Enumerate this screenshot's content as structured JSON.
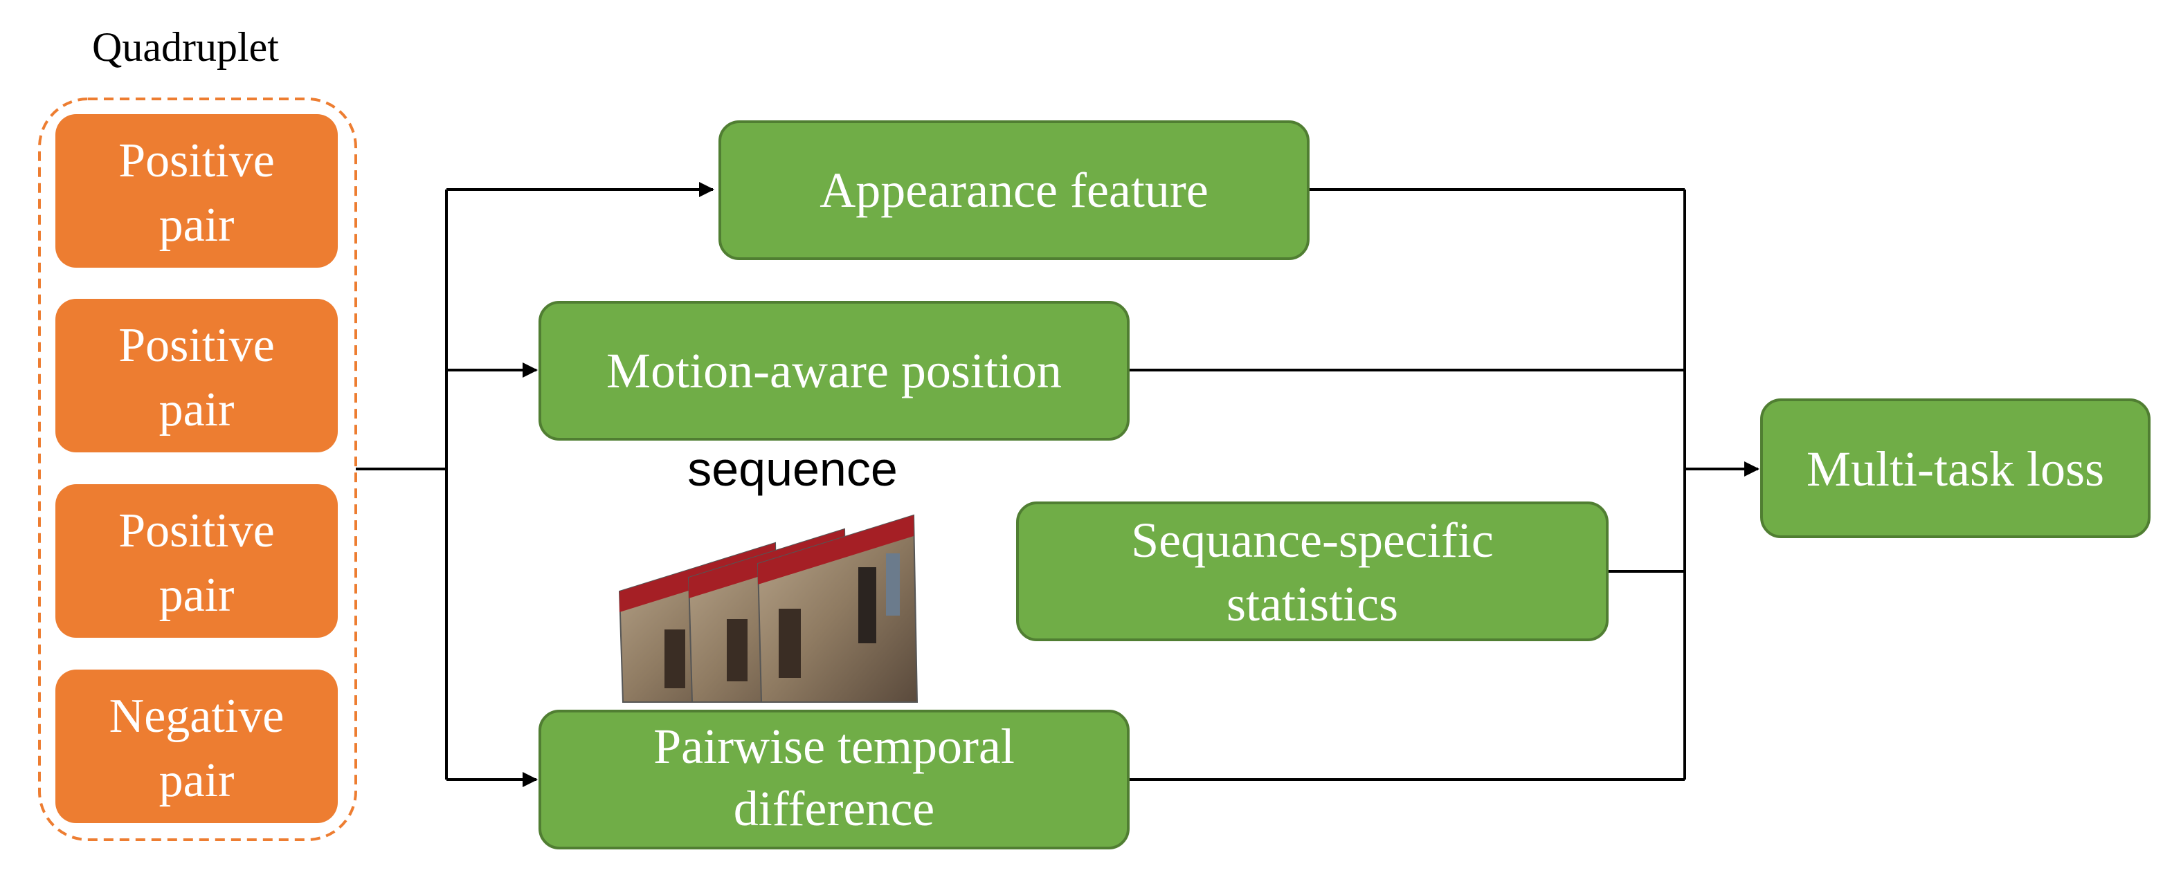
{
  "quadruplet": {
    "title": "Quadruplet",
    "pairs": [
      {
        "line1": "Positive",
        "line2": "pair"
      },
      {
        "line1": "Positive",
        "line2": "pair"
      },
      {
        "line1": "Positive",
        "line2": "pair"
      },
      {
        "line1": "Negative",
        "line2": "pair"
      }
    ]
  },
  "features": {
    "appearance": "Appearance feature",
    "motion": "Motion-aware position",
    "sequence_label": "sequence",
    "statistics_line1": "Sequance-specific",
    "statistics_line2": "statistics",
    "temporal_line1": "Pairwise temporal",
    "temporal_line2": "difference"
  },
  "output": {
    "loss": "Multi-task loss"
  },
  "colors": {
    "orange_fill": "#ED7D31",
    "orange_border": "#ED7D31",
    "green_fill": "#70AD47",
    "green_border": "#507E32",
    "line": "#000000"
  }
}
